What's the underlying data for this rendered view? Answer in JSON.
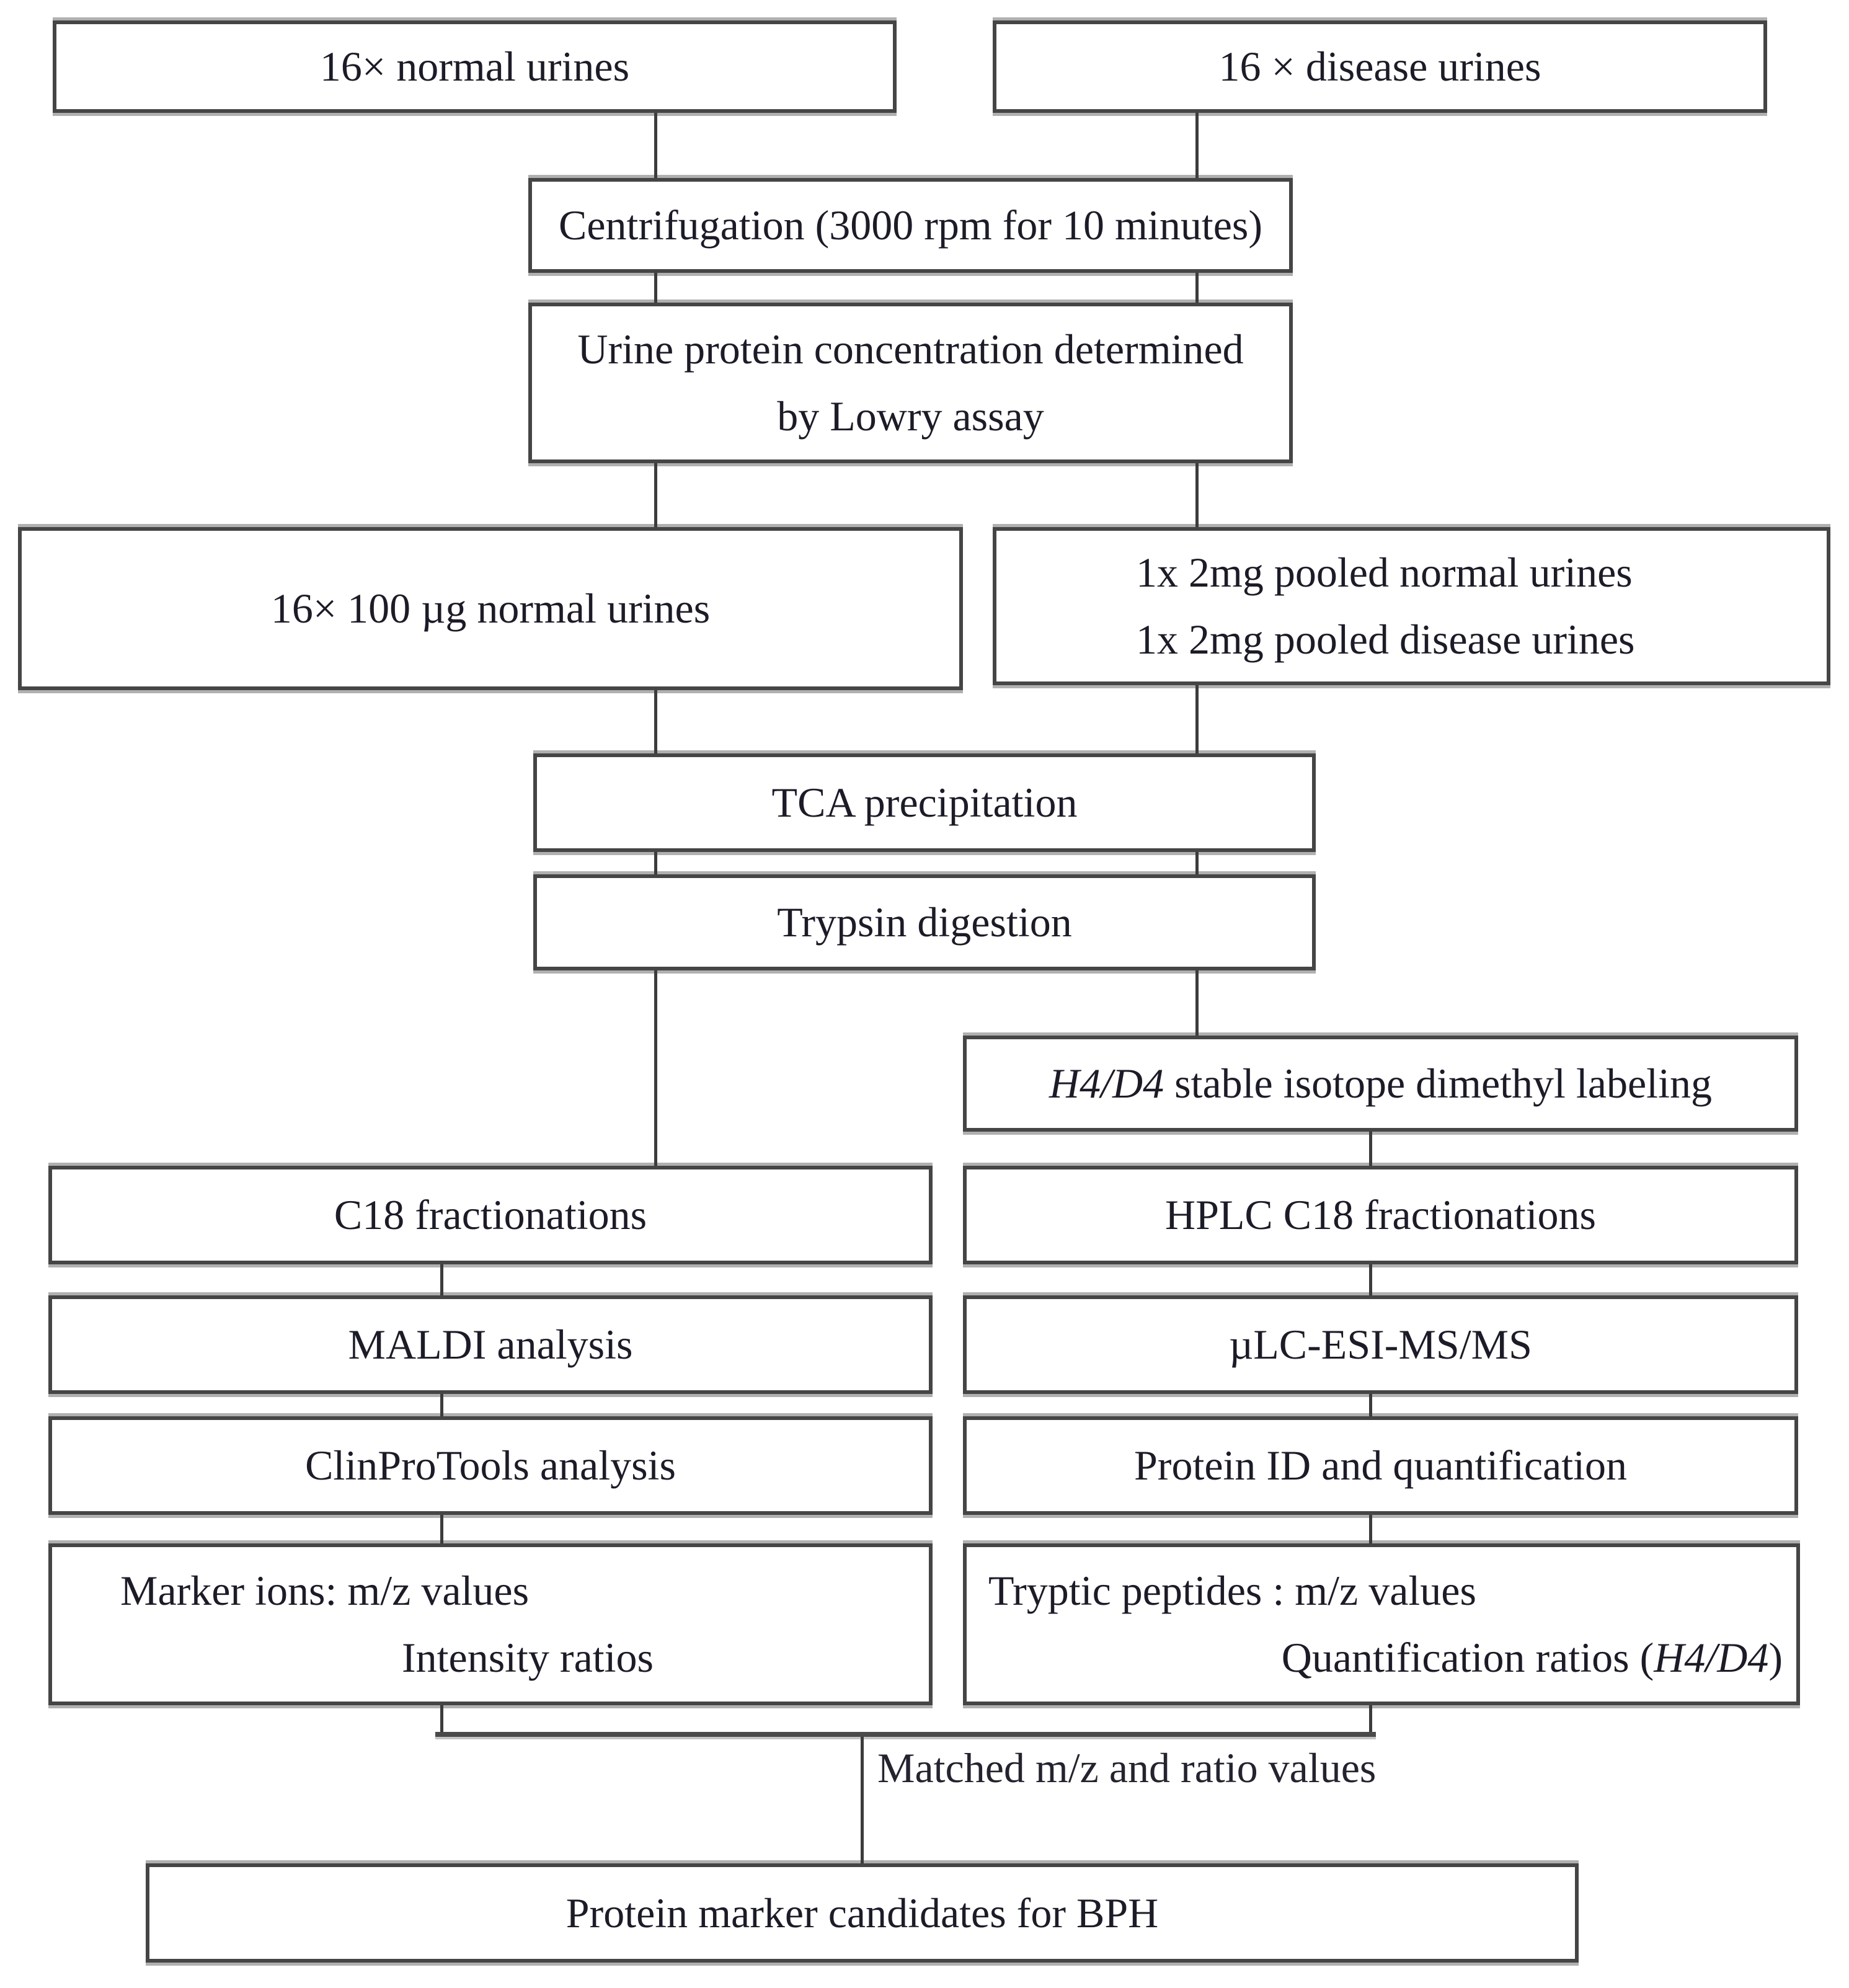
{
  "diagram": {
    "boxes": {
      "normal_urines": {
        "label": "16× normal urines"
      },
      "disease_urines": {
        "label": "16 × disease urines"
      },
      "centrifugation": {
        "label": "Centrifugation (3000 rpm for 10 minutes)"
      },
      "lowry": {
        "line1": "Urine protein concentration determined",
        "line2": "by Lowry assay"
      },
      "normal_100ug": {
        "label": "16× 100 µg normal urines"
      },
      "pooled": {
        "line1": "1x 2mg pooled normal urines",
        "line2": "1x 2mg pooled disease urines"
      },
      "tca": {
        "label": "TCA precipitation"
      },
      "trypsin": {
        "label": "Trypsin digestion"
      },
      "labeling": {
        "italic_part": "H4/D4",
        "text_part": " stable isotope dimethyl labeling"
      },
      "c18": {
        "label": "C18 fractionations"
      },
      "hplc": {
        "label": "HPLC C18 fractionations"
      },
      "maldi": {
        "label": "MALDI analysis"
      },
      "ulc": {
        "label": "µLC-ESI-MS/MS"
      },
      "clinprotools": {
        "label": "ClinProTools analysis"
      },
      "protein_id": {
        "label": "Protein ID and quantification"
      },
      "marker_ions": {
        "line1": "Marker ions: m/z values",
        "line2": "Intensity ratios"
      },
      "tryptic_peptides": {
        "line1": "Tryptic peptides : m/z values",
        "line2_prefix": "Quantification ratios (",
        "line2_italic": "H4/D4",
        "line2_suffix": ")"
      },
      "final": {
        "label": "Protein marker candidates for BPH"
      }
    },
    "labels": {
      "matched": "Matched m/z and ratio values"
    },
    "colors": {
      "background": "#ffffff",
      "border": "#454545",
      "connector": "#3c3c3c",
      "text": "#1c1c28"
    }
  }
}
